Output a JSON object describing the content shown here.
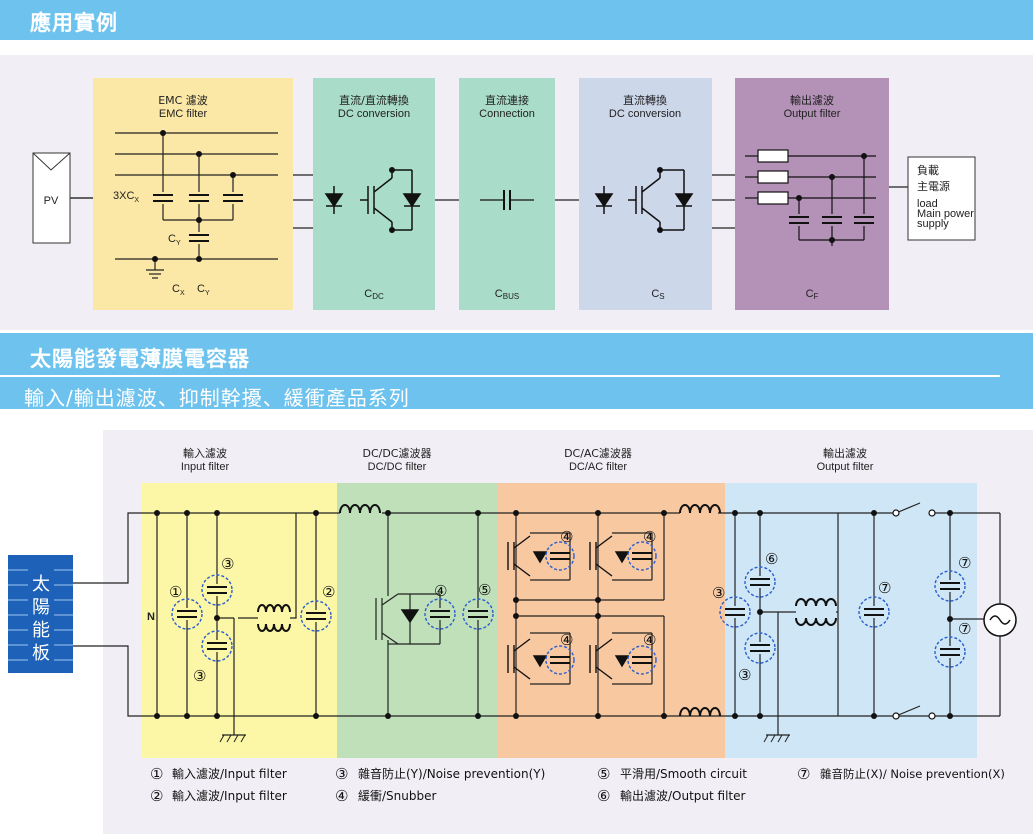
{
  "header": {
    "title": "應用實例",
    "section_title": "太陽能發電薄膜電容器",
    "section_subtitle": "輸入/輸出濾波、抑制幹擾、緩衝產品系列"
  },
  "top_diagram": {
    "source": "PV",
    "blocks": [
      {
        "zh": "EMC 濾波",
        "en": "EMC filter",
        "bottom": "",
        "color": "#fbe8a6"
      },
      {
        "zh": "直流/直流轉換",
        "en": "DC conversion",
        "bottom_main": "C",
        "bottom_sub": "DC",
        "color": "#a9dcc9"
      },
      {
        "zh": "直流連接",
        "en": "Connection",
        "bottom_main": "C",
        "bottom_sub": "BUS",
        "color": "#a9dcc9"
      },
      {
        "zh": "直流轉換",
        "en": "DC conversion",
        "bottom_main": "C",
        "bottom_sub": "S",
        "color": "#cdd7ea"
      },
      {
        "zh": "輸出濾波",
        "en": "Output filter",
        "bottom_main": "C",
        "bottom_sub": "F",
        "color": "#b491b7"
      }
    ],
    "emc_labels": {
      "cx3_main": "3XC",
      "cx3_sub": "X",
      "cy_main": "C",
      "cy_sub": "Y",
      "cx_main": "C",
      "cx_sub": "X",
      "cy2_main": "C",
      "cy2_sub": "Y"
    },
    "load": {
      "zh1": "負載",
      "zh2": "主電源",
      "en1": "load",
      "en2": "Main power",
      "en3": "supply"
    }
  },
  "bottom_diagram": {
    "panel_label": [
      "太",
      "陽",
      "能",
      "板"
    ],
    "zones": [
      {
        "zh": "輸入濾波",
        "en": "Input filter",
        "color": "#fbf7a6"
      },
      {
        "zh": "DC/DC濾波器",
        "en": "DC/DC filter",
        "color": "#bfe0b9"
      },
      {
        "zh": "DC/AC濾波器",
        "en": "DC/AC filter",
        "color": "#f8c8a1"
      },
      {
        "zh": "輸出濾波",
        "en": "Output filter",
        "color": "#cfe6f6"
      }
    ],
    "n_label": "N",
    "markers": [
      "①",
      "②",
      "③",
      "④",
      "⑤",
      "⑥",
      "⑦"
    ],
    "legend": [
      {
        "num": "①",
        "text": "輸入濾波/Input filter"
      },
      {
        "num": "②",
        "text": "輸入濾波/Input filter"
      },
      {
        "num": "③",
        "text": "雜音防止(Y)/Noise prevention(Y)"
      },
      {
        "num": "④",
        "text": "緩衝/Snubber"
      },
      {
        "num": "⑤",
        "text": "平滑用/Smooth circuit"
      },
      {
        "num": "⑥",
        "text": "輸出濾波/Output filter"
      },
      {
        "num": "⑦",
        "text": "雜音防止(X)/ Noise prevention(X)"
      }
    ]
  }
}
